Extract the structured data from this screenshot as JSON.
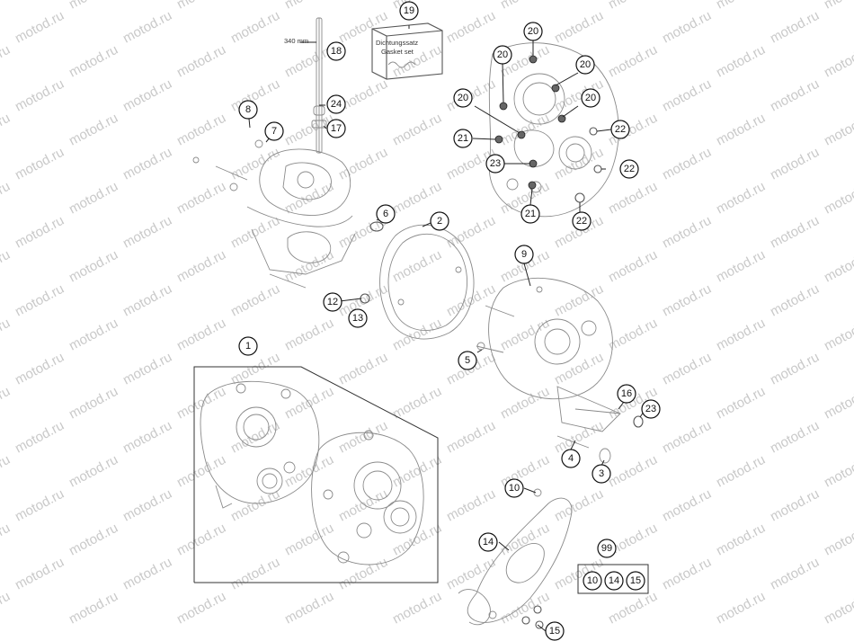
{
  "watermark": {
    "text": "motod.ru"
  },
  "dimension_label": "340 mm",
  "gasket_kit": {
    "line1": "Dichtungssatz",
    "line2": "Gasket set"
  },
  "callouts": {
    "c1": "1",
    "c2": "2",
    "c3": "3",
    "c4": "4",
    "c5": "5",
    "c6": "6",
    "c7": "7",
    "c8": "8",
    "c9": "9",
    "c10": "10",
    "c12": "12",
    "c13": "13",
    "c14": "14",
    "c15": "15",
    "c16": "16",
    "c17": "17",
    "c18": "18",
    "c19": "19",
    "c20a": "20",
    "c20b": "20",
    "c20c": "20",
    "c20d": "20",
    "c20e": "20",
    "c21a": "21",
    "c21b": "21",
    "c22a": "22",
    "c22b": "22",
    "c22c": "22",
    "c23a": "23",
    "c23b": "23",
    "c24": "24",
    "c99": "99",
    "c99_10": "10",
    "c99_14": "14",
    "c99_15": "15"
  }
}
